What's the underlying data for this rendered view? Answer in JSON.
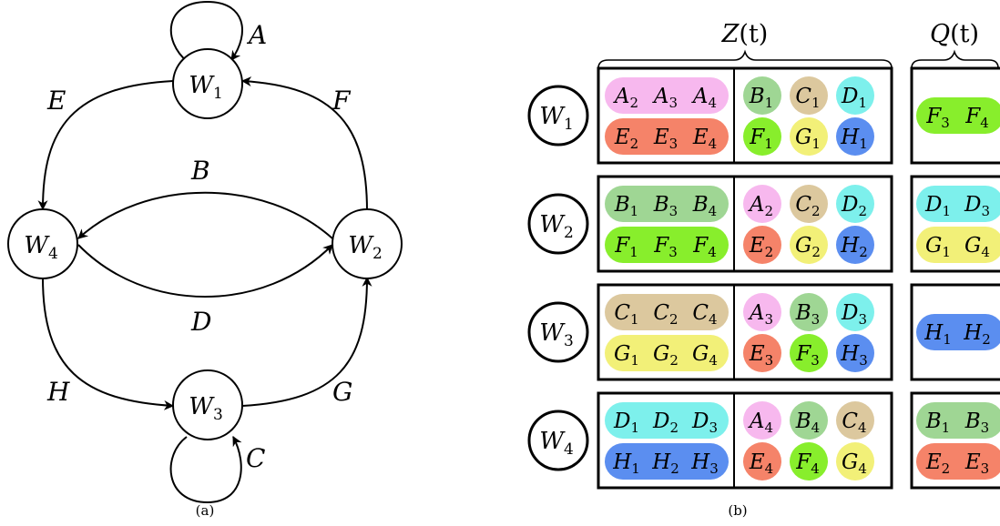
{
  "caption_a": "(a)",
  "caption_b": "(b)",
  "graph": {
    "nodes": [
      {
        "id": "W1",
        "base": "W",
        "sub": "1"
      },
      {
        "id": "W2",
        "base": "W",
        "sub": "2"
      },
      {
        "id": "W3",
        "base": "W",
        "sub": "3"
      },
      {
        "id": "W4",
        "base": "W",
        "sub": "4"
      }
    ],
    "edges": [
      {
        "label": "A",
        "from": "W1",
        "to": "W1"
      },
      {
        "label": "B",
        "from": "W2",
        "to": "W4"
      },
      {
        "label": "C",
        "from": "W3",
        "to": "W3"
      },
      {
        "label": "D",
        "from": "W4",
        "to": "W2"
      },
      {
        "label": "E",
        "from": "W1",
        "to": "W4"
      },
      {
        "label": "F",
        "from": "W2",
        "to": "W1"
      },
      {
        "label": "G",
        "from": "W3",
        "to": "W2"
      },
      {
        "label": "H",
        "from": "W4",
        "to": "W3"
      }
    ]
  },
  "table": {
    "z_header": {
      "base": "Z",
      "arg": "(t)"
    },
    "q_header": {
      "base": "Q",
      "arg": "(t)"
    },
    "colors": {
      "A": "#f7b8ee",
      "B": "#9fd694",
      "C": "#dcc89e",
      "D": "#7df0ec",
      "E": "#f58369",
      "F": "#88ee2c",
      "G": "#f2f078",
      "H": "#5b8ef0"
    },
    "rows": [
      {
        "worker": {
          "base": "W",
          "sub": "1"
        },
        "pills": [
          {
            "color": "A",
            "items": [
              [
                "A",
                "2"
              ],
              [
                "A",
                "3"
              ],
              [
                "A",
                "4"
              ]
            ]
          },
          {
            "color": "E",
            "items": [
              [
                "E",
                "2"
              ],
              [
                "E",
                "3"
              ],
              [
                "E",
                "4"
              ]
            ]
          }
        ],
        "circles": [
          [
            "B",
            "1"
          ],
          [
            "C",
            "1"
          ],
          [
            "D",
            "1"
          ],
          [
            "F",
            "1"
          ],
          [
            "G",
            "1"
          ],
          [
            "H",
            "1"
          ]
        ],
        "queue": [
          {
            "color": "F",
            "items": [
              [
                "F",
                "3"
              ],
              [
                "F",
                "4"
              ]
            ]
          }
        ]
      },
      {
        "worker": {
          "base": "W",
          "sub": "2"
        },
        "pills": [
          {
            "color": "B",
            "items": [
              [
                "B",
                "1"
              ],
              [
                "B",
                "3"
              ],
              [
                "B",
                "4"
              ]
            ]
          },
          {
            "color": "F",
            "items": [
              [
                "F",
                "1"
              ],
              [
                "F",
                "3"
              ],
              [
                "F",
                "4"
              ]
            ]
          }
        ],
        "circles": [
          [
            "A",
            "2"
          ],
          [
            "C",
            "2"
          ],
          [
            "D",
            "2"
          ],
          [
            "E",
            "2"
          ],
          [
            "G",
            "2"
          ],
          [
            "H",
            "2"
          ]
        ],
        "queue": [
          {
            "color": "D",
            "items": [
              [
                "D",
                "1"
              ],
              [
                "D",
                "3"
              ]
            ]
          },
          {
            "color": "G",
            "items": [
              [
                "G",
                "1"
              ],
              [
                "G",
                "4"
              ]
            ]
          }
        ]
      },
      {
        "worker": {
          "base": "W",
          "sub": "3"
        },
        "pills": [
          {
            "color": "C",
            "items": [
              [
                "C",
                "1"
              ],
              [
                "C",
                "2"
              ],
              [
                "C",
                "4"
              ]
            ]
          },
          {
            "color": "G",
            "items": [
              [
                "G",
                "1"
              ],
              [
                "G",
                "2"
              ],
              [
                "G",
                "4"
              ]
            ]
          }
        ],
        "circles": [
          [
            "A",
            "3"
          ],
          [
            "B",
            "3"
          ],
          [
            "D",
            "3"
          ],
          [
            "E",
            "3"
          ],
          [
            "F",
            "3"
          ],
          [
            "H",
            "3"
          ]
        ],
        "queue": [
          {
            "color": "H",
            "items": [
              [
                "H",
                "1"
              ],
              [
                "H",
                "2"
              ]
            ]
          }
        ]
      },
      {
        "worker": {
          "base": "W",
          "sub": "4"
        },
        "pills": [
          {
            "color": "D",
            "items": [
              [
                "D",
                "1"
              ],
              [
                "D",
                "2"
              ],
              [
                "D",
                "3"
              ]
            ]
          },
          {
            "color": "H",
            "items": [
              [
                "H",
                "1"
              ],
              [
                "H",
                "2"
              ],
              [
                "H",
                "3"
              ]
            ]
          }
        ],
        "circles": [
          [
            "A",
            "4"
          ],
          [
            "B",
            "4"
          ],
          [
            "C",
            "4"
          ],
          [
            "E",
            "4"
          ],
          [
            "F",
            "4"
          ],
          [
            "G",
            "4"
          ]
        ],
        "queue": [
          {
            "color": "B",
            "items": [
              [
                "B",
                "1"
              ],
              [
                "B",
                "3"
              ]
            ]
          },
          {
            "color": "E",
            "items": [
              [
                "E",
                "2"
              ],
              [
                "E",
                "3"
              ]
            ]
          }
        ]
      }
    ]
  }
}
